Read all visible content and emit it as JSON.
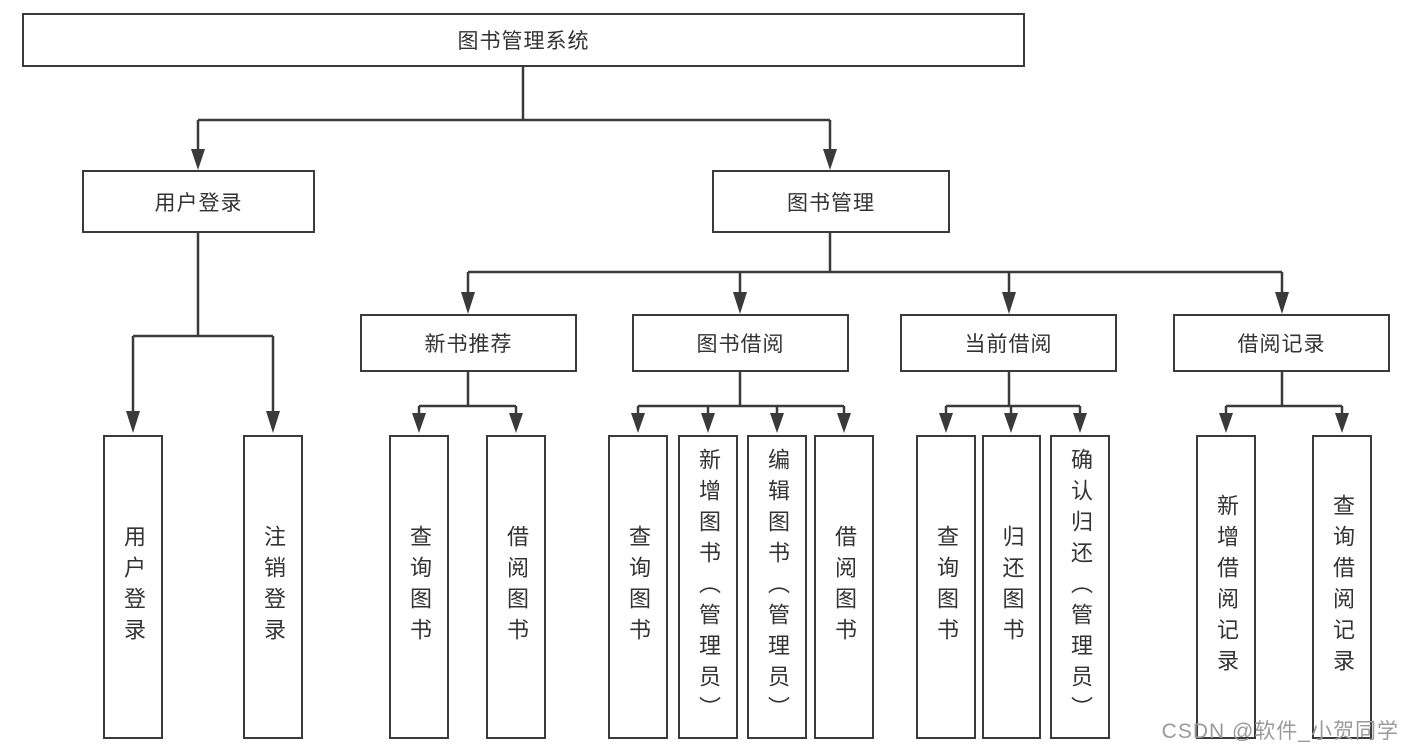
{
  "nodes": {
    "root": "图书管理系统",
    "user_login": "用户登录",
    "book_mgmt": "图书管理",
    "new_book_rec": "新书推荐",
    "book_borrow": "图书借阅",
    "current_borrow": "当前借阅",
    "borrow_record": "借阅记录",
    "ul_user_login": "用户登录",
    "ul_logout": "注销登录",
    "nbr_query_book": "查询图书",
    "nbr_borrow_book": "借阅图书",
    "bb_query_book": "查询图书",
    "bb_add_book": "新增图书（管理员）",
    "bb_edit_book": "编辑图书（管理员）",
    "bb_borrow_book": "借阅图书",
    "cb_query_book": "查询图书",
    "cb_return_book": "归还图书",
    "cb_confirm_return": "确认归还（管理员）",
    "br_add_record": "新增借阅记录",
    "br_query_record": "查询借阅记录"
  },
  "edges": [
    [
      "root",
      "user_login"
    ],
    [
      "root",
      "book_mgmt"
    ],
    [
      "user_login",
      "ul_user_login"
    ],
    [
      "user_login",
      "ul_logout"
    ],
    [
      "book_mgmt",
      "new_book_rec"
    ],
    [
      "book_mgmt",
      "book_borrow"
    ],
    [
      "book_mgmt",
      "current_borrow"
    ],
    [
      "book_mgmt",
      "borrow_record"
    ],
    [
      "new_book_rec",
      "nbr_query_book"
    ],
    [
      "new_book_rec",
      "nbr_borrow_book"
    ],
    [
      "book_borrow",
      "bb_query_book"
    ],
    [
      "book_borrow",
      "bb_add_book"
    ],
    [
      "book_borrow",
      "bb_edit_book"
    ],
    [
      "book_borrow",
      "bb_borrow_book"
    ],
    [
      "current_borrow",
      "cb_query_book"
    ],
    [
      "current_borrow",
      "cb_return_book"
    ],
    [
      "current_borrow",
      "cb_confirm_return"
    ],
    [
      "borrow_record",
      "br_add_record"
    ],
    [
      "borrow_record",
      "br_query_record"
    ]
  ],
  "watermark": {
    "text": "CSDN @软件_小贺同学"
  },
  "colors": {
    "line": "#3a3a3a",
    "text": "#333333",
    "background": "#ffffff",
    "watermark": "#9a9a9a"
  }
}
